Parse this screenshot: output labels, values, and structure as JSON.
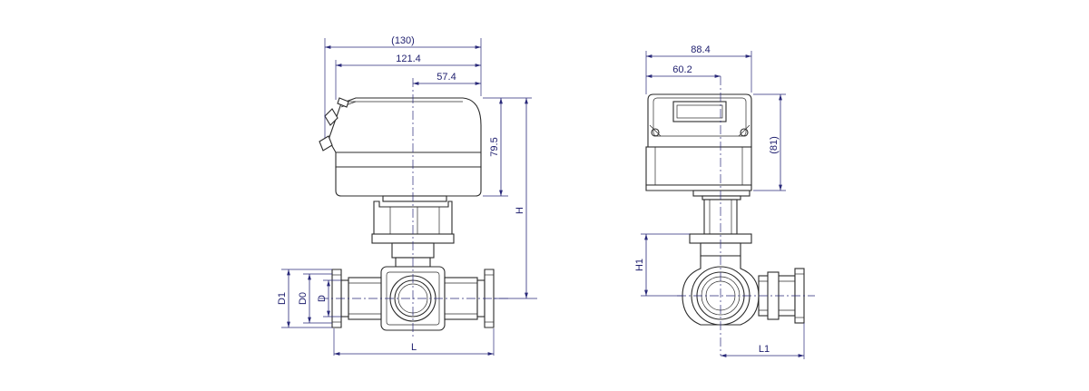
{
  "side_view": {
    "dim_width_overall": "(130)",
    "dim_width_actuator": "121.4",
    "dim_offset": "57.4",
    "dim_actuator_height": "79.5",
    "dim_total_height": "H",
    "dim_flange_d1": "D1",
    "dim_flange_d0": "D0",
    "dim_bore_d": "D",
    "dim_length": "L"
  },
  "front_view": {
    "dim_width": "88.4",
    "dim_offset": "60.2",
    "dim_height": "(81)",
    "dim_h1": "H1",
    "dim_l1": "L1"
  },
  "colors": {
    "outline": "#2b2b2b",
    "dimension": "#2a2a7a"
  }
}
